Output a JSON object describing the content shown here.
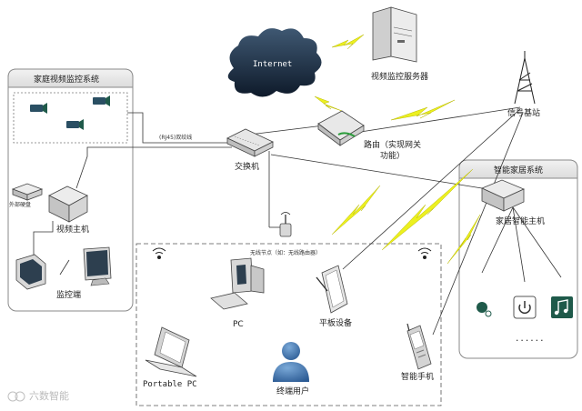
{
  "groups": {
    "home_video_monitoring": "家庭视频监控系统",
    "smart_home": "智能家居系统"
  },
  "nodes": {
    "internet": "Internet",
    "video_server": "视频监控服务器",
    "base_station": "信号基站",
    "router": "路由（实现网关",
    "router_line2": "功能）",
    "switch": "交换机",
    "cable": "(RJ45)双绞线",
    "external_disk": "外部硬盘",
    "video_host": "视频主机",
    "monitor_terminal": "监控端",
    "home_smart_host": "家居智能主机",
    "wireless_node": "无线节点（如：无线路由器）",
    "pc": "PC",
    "tablet": "平板设备",
    "portable_pc": "Portable PC",
    "end_user": "终端用户",
    "smartphone": "智能手机",
    "dots": "......"
  },
  "watermark": "六数智能"
}
